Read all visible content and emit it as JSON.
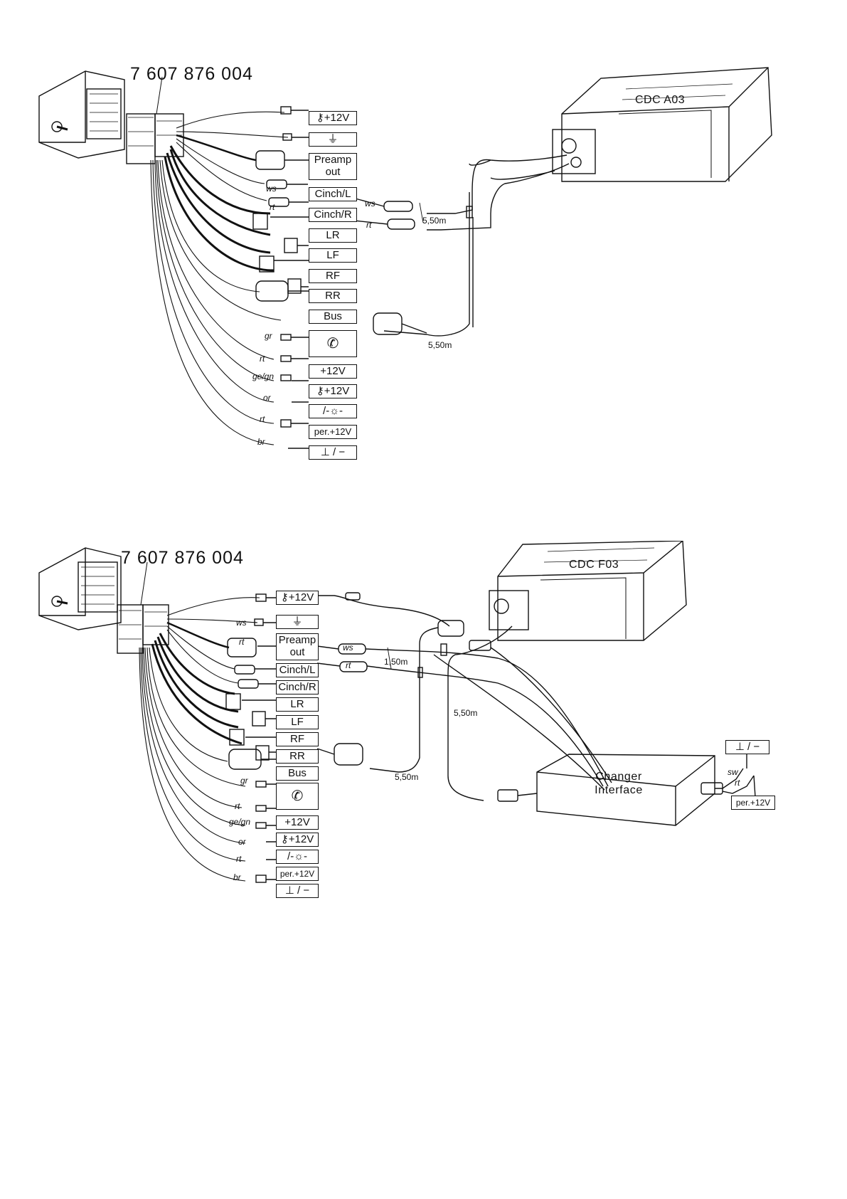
{
  "top": {
    "part_number": "7 607 876 004",
    "device": "CDC A03",
    "labels": {
      "ign": "+12V",
      "ground": "⏚",
      "preamp": "Preamp",
      "preamp2": "out",
      "cinch_l": "Cinch/L",
      "cinch_r": "Cinch/R",
      "lr": "LR",
      "lf": "LF",
      "rf": "RF",
      "rr": "RR",
      "bus": "Bus",
      "phone": "✆",
      "plus12": "+12V",
      "ign2": "+12V",
      "light": "/-☼-",
      "per": "per.+12V",
      "gnd": "⊥ / −"
    },
    "wires": {
      "gr": "gr",
      "rt1": "rt",
      "gegn": "ge/gn",
      "or": "or",
      "rt2": "rt",
      "br": "br"
    },
    "plugs": {
      "ws": "ws",
      "rt": "rt"
    },
    "lengths": {
      "cinch": "5,50m",
      "bus": "5,50m"
    }
  },
  "bottom": {
    "part_number": "7 607 876 004",
    "device": "CDC F03",
    "interface": [
      "Changer",
      "Interface"
    ],
    "labels": {
      "ign": "+12V",
      "ground": "⏚",
      "preamp": "Preamp",
      "preamp2": "out",
      "cinch_l": "Cinch/L",
      "cinch_r": "Cinch/R",
      "lr": "LR",
      "lf": "LF",
      "rf": "RF",
      "rr": "RR",
      "bus": "Bus",
      "phone": "✆",
      "plus12": "+12V",
      "ign2": "+12V",
      "light": "/-☼-",
      "per": "per.+12V",
      "gnd": "⊥ / −",
      "iface_gnd": "⊥ / −",
      "iface_per": "per.+12V"
    },
    "wires": {
      "gr": "gr",
      "rt1": "rt",
      "gegn": "ge/gn",
      "or": "or",
      "rt2": "rt",
      "br": "br",
      "sw": "sw",
      "rt3": "rt"
    },
    "plugs": {
      "ws": "ws",
      "rt": "rt"
    },
    "lengths": {
      "cinch": "1,50m",
      "bus": "5,50m",
      "iface": "5,50m"
    }
  }
}
